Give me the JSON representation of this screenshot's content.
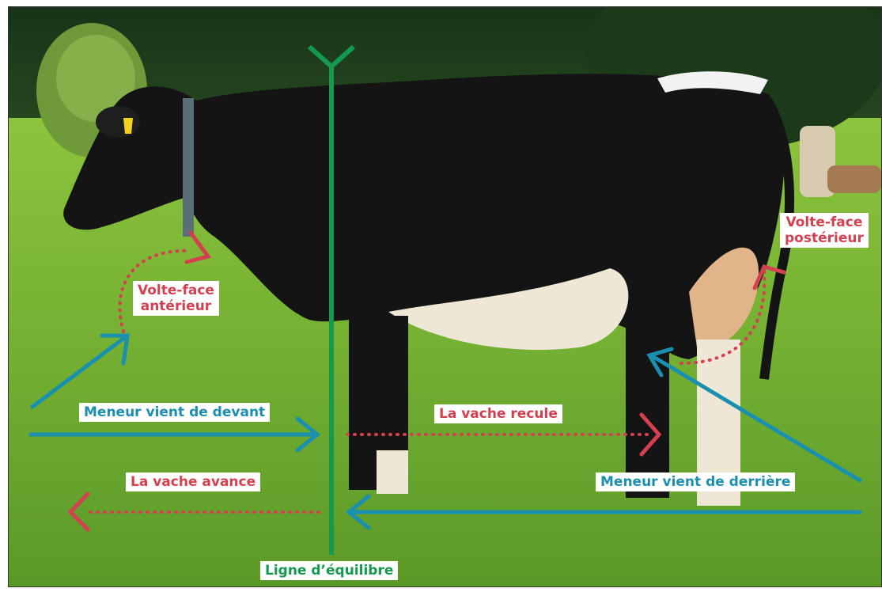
{
  "diagram": {
    "labels": {
      "volte_face_anterieur_line1": "Volte-face",
      "volte_face_anterieur_line2": "antérieur",
      "volte_face_posterieur_line1": "Volte-face",
      "volte_face_posterieur_line2": "postérieur",
      "meneur_devant": "Meneur vient de devant",
      "meneur_derriere": "Meneur vient de derrière",
      "vache_recule": "La vache recule",
      "vache_avance": "La vache avance",
      "ligne_equilibre": "Ligne d’équilibre"
    },
    "colors": {
      "red_arrow": "#d4404f",
      "blue_arrow": "#1a8fb0",
      "green_line": "#139a4f",
      "grass": "#6fae2f",
      "trees": "#1f3d1c",
      "cow_black": "#121212",
      "cow_white": "#efe7d6"
    },
    "icons": [
      "cow-photo",
      "balance-line",
      "blue-arrow",
      "red-dotted-arrow"
    ]
  }
}
